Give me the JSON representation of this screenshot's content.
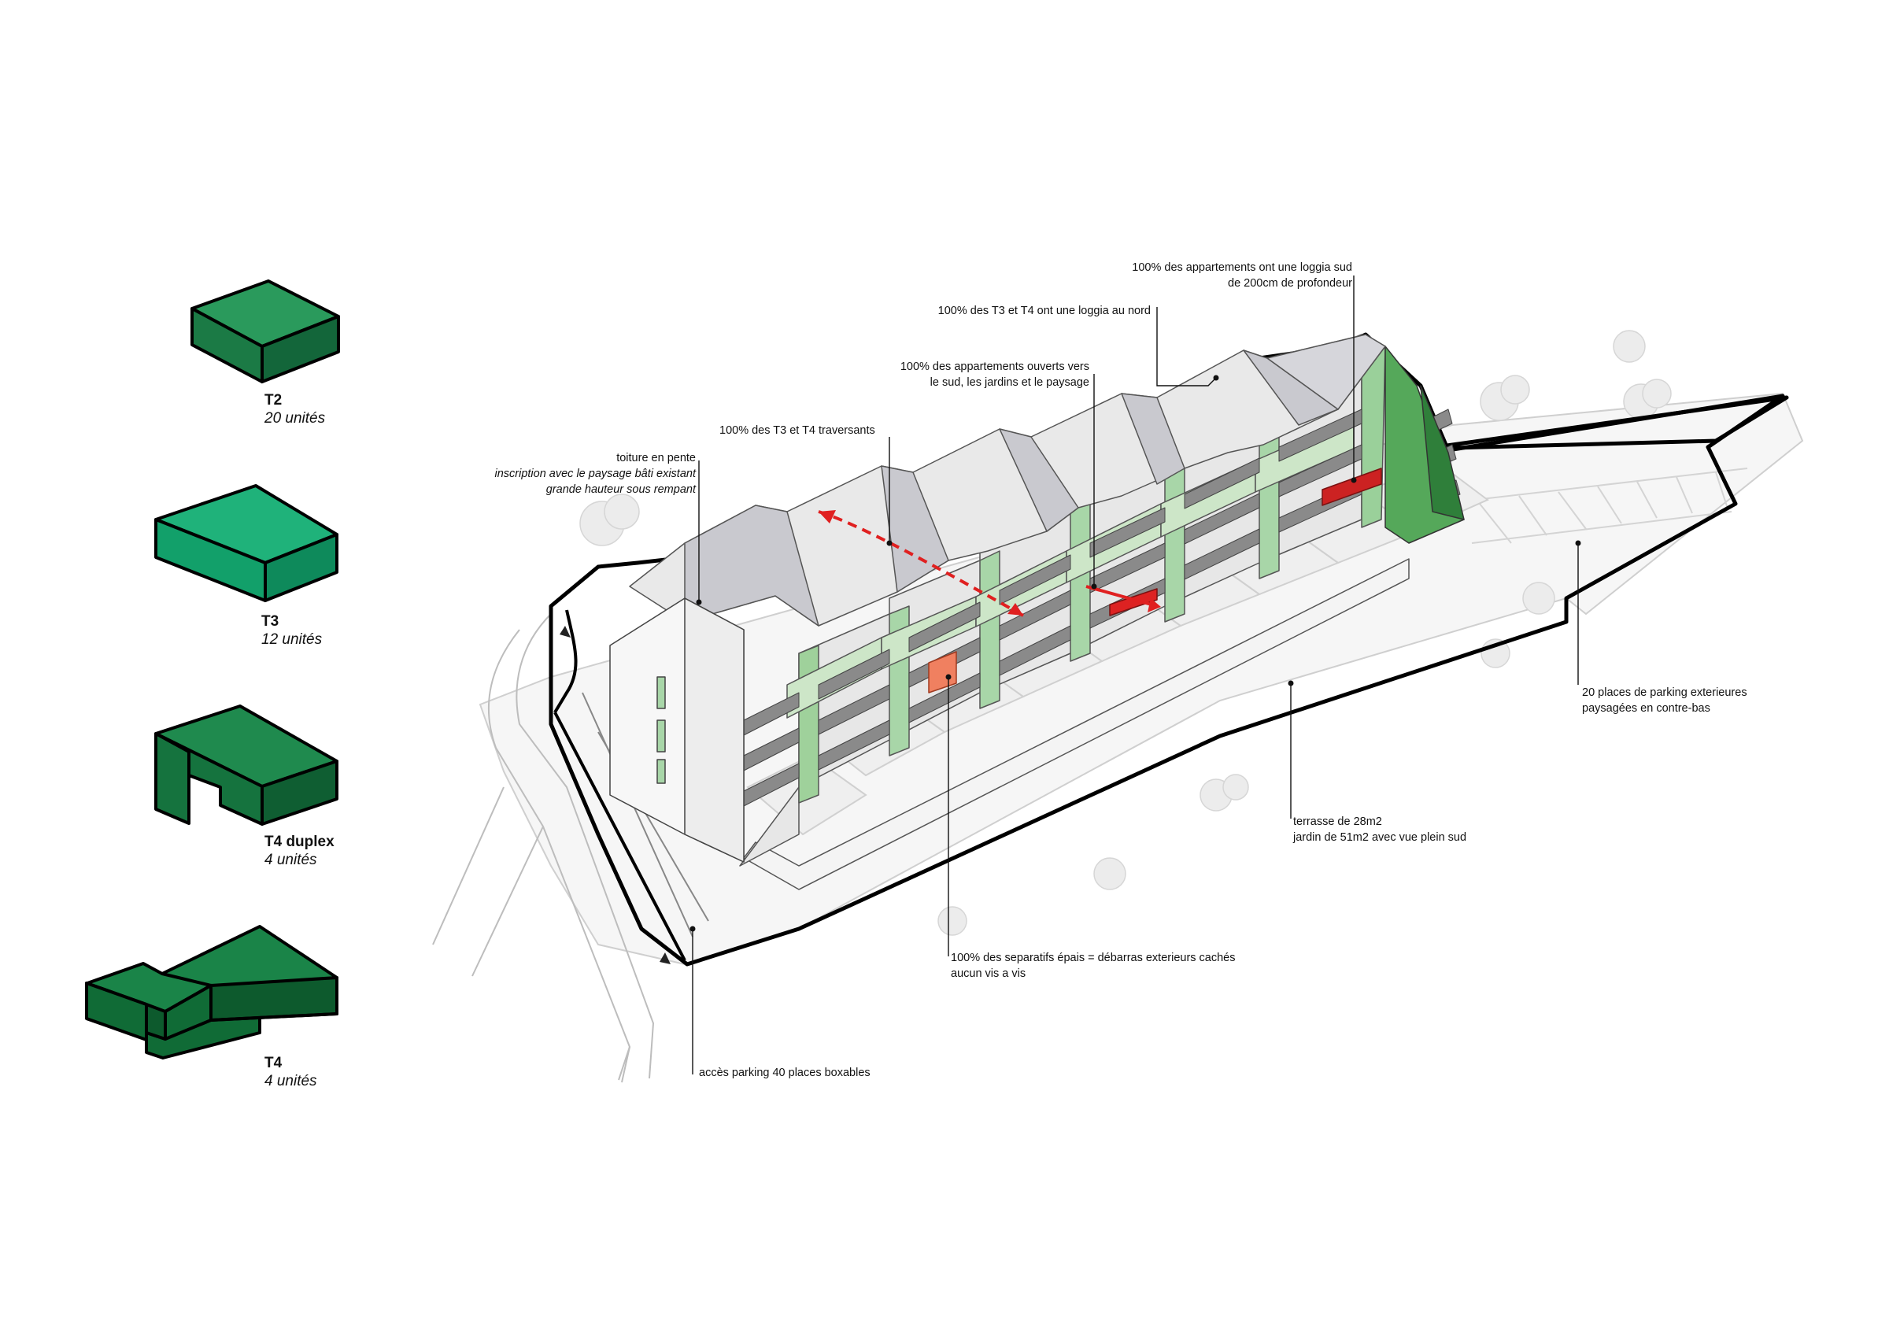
{
  "colors": {
    "t2": "#1b7a45",
    "t3": "#12a06a",
    "t4d": "#15733e",
    "t4": "#106b36",
    "facade_green": "#a8d6a8",
    "accent_red": "#e02020",
    "orange": "#f08060",
    "outline": "#000000"
  },
  "legend": [
    {
      "type": "T2",
      "units": "20 unités",
      "icon": "t2-block-icon"
    },
    {
      "type": "T3",
      "units": "12 unités",
      "icon": "t3-block-icon"
    },
    {
      "type": "T4 duplex",
      "units": "4 unités",
      "icon": "t4-duplex-block-icon"
    },
    {
      "type": "T4",
      "units": "4 unités",
      "icon": "t4-block-icon"
    }
  ],
  "annotations": {
    "loggia_sud": [
      "100% des appartements ont une loggia sud",
      "de 200cm de profondeur"
    ],
    "loggia_nord": [
      "100% des T3 et T4 ont une loggia au nord"
    ],
    "ouverts": [
      "100% des appartements ouverts vers",
      "le sud, les jardins et le paysage"
    ],
    "traversants": [
      "100% des T3 et T4 traversants"
    ],
    "toiture": [
      "toiture en pente",
      "inscription avec le paysage bâti existant",
      "grande hauteur sous rempant"
    ],
    "parking_ext": [
      "20 places de parking exterieures",
      "paysagées en contre-bas"
    ],
    "terrasse": [
      "terrasse de 28m2",
      "jardin de 51m2 avec vue plein sud"
    ],
    "separatifs": [
      "100% des separatifs épais = débarras exterieurs cachés",
      "aucun vis a vis"
    ],
    "acces": [
      "accès  parking 40 places boxables"
    ]
  }
}
